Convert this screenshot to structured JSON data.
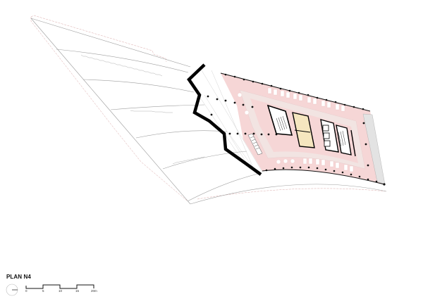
{
  "drawing": {
    "title": "PLAN N4",
    "north_arrow": "north-arrow",
    "scale_bar": {
      "ticks": [
        "0",
        "5",
        "10",
        "15",
        "20m"
      ]
    },
    "colors": {
      "background": "#ffffff",
      "office_zone": "#f6d3d3",
      "corridor": "#f3e6e4",
      "core_yellow": "#f5e6bf",
      "structure": "#111111",
      "outline": "#9a9a9a",
      "site_line": "#d8a0a0",
      "service_strip": "#e4e4e4"
    }
  }
}
